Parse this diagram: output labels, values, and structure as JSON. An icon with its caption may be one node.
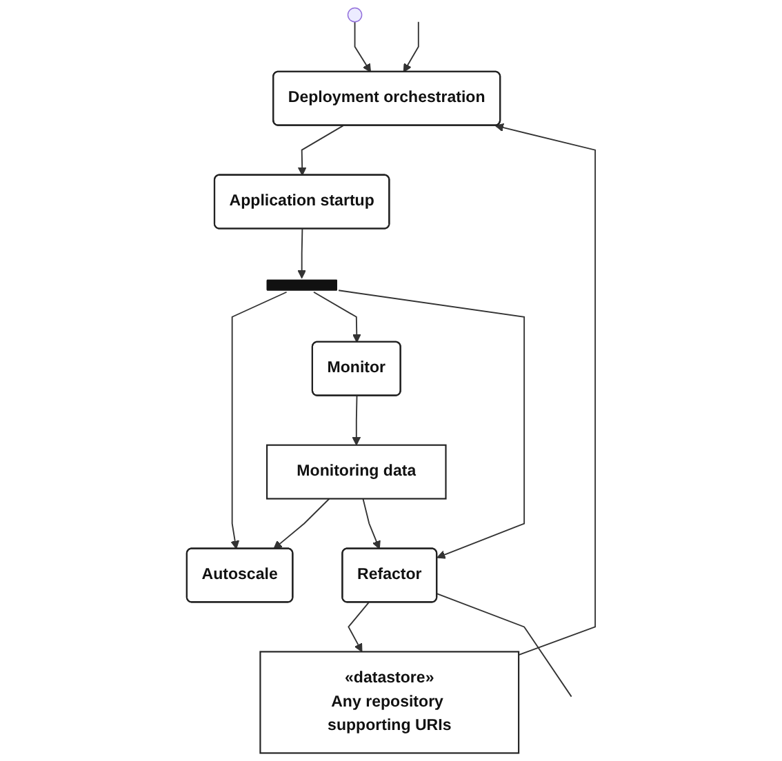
{
  "diagram": {
    "nodes": [
      {
        "text": [],
        "shape": "circle"
      },
      {
        "text": [
          "Deployment orchestration"
        ]
      },
      {
        "text": [
          "Application startup"
        ]
      },
      {
        "text": [],
        "shape": "bar"
      },
      {
        "text": [
          "«datastore»",
          "Any repository supporting URIs"
        ]
      },
      {
        "text": [
          "Autoscale"
        ]
      },
      {
        "text": [
          "Monitor"
        ]
      },
      {
        "text": [
          "Refactor"
        ]
      },
      {
        "text": [
          "Monitoring data"
        ]
      }
    ],
    "edges": [
      {
        "from": 0,
        "to": 1,
        "arrow": "to"
      },
      {
        "from": 1,
        "to": 2,
        "arrow": "to"
      },
      {
        "from": 2,
        "to": 3,
        "arrow": "to"
      },
      {
        "from": 3,
        "to": 5,
        "arrow": "to"
      },
      {
        "from": 3,
        "to": 6,
        "arrow": "to"
      },
      {
        "from": 3,
        "to": 7,
        "arrow": "to"
      },
      {
        "from": 7,
        "to": 4,
        "arrow": "to"
      },
      {
        "from": 4,
        "to": 1,
        "arrow": "to"
      },
      {
        "from": 6,
        "to": 8,
        "arrow": "to"
      },
      {
        "from": 8,
        "to": 5,
        "arrow": "to"
      },
      {
        "from": 8,
        "to": 7,
        "arrow": "to"
      },
      {
        "from": 7,
        "to": null,
        "arrow": "none"
      },
      {
        "from": null,
        "to": 1,
        "arrow": "to"
      }
    ]
  }
}
